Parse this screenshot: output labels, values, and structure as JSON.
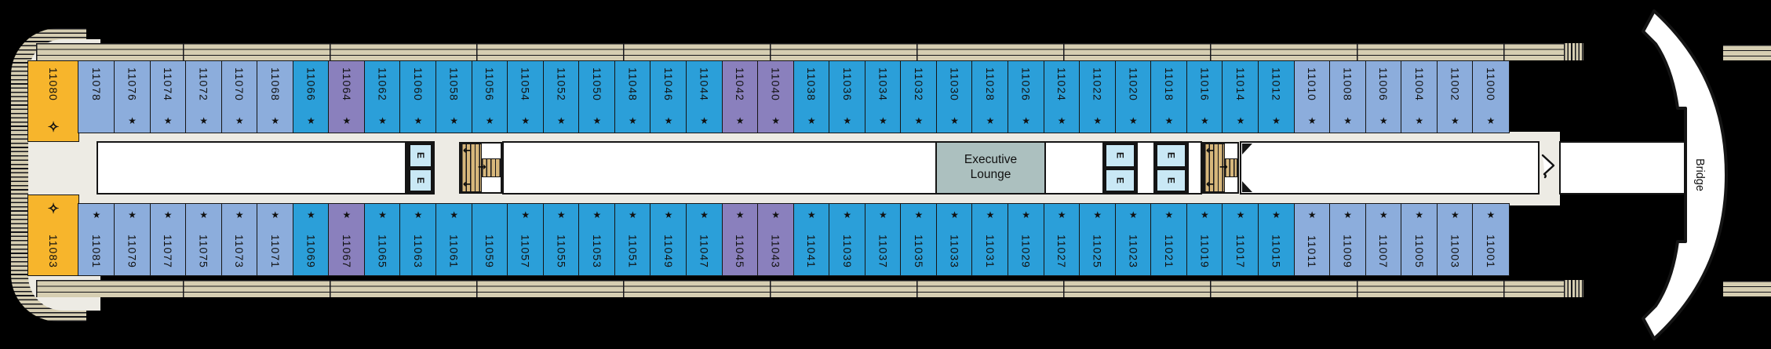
{
  "deck": {
    "lounge_label": "Executive Lounge",
    "bridge_label": "Bridge",
    "elevator_letter": "E",
    "symbols": {
      "star": "★",
      "diamond": "✧"
    },
    "stairs_arrows": {
      "left": "←",
      "right": "→"
    },
    "colors": {
      "cabin_blue": "#2B9FD9",
      "cabin_light_blue": "#8CADDC",
      "cabin_purple": "#8A80BD",
      "cabin_gold": "#F7B52C",
      "elevator_fill": "#C9E8F5",
      "lounge_fill": "#ACC0BF",
      "deck_tan": "#D6CEB2",
      "stair_tan": "#D7B77B",
      "corridor_gray": "#EDEBE4"
    },
    "cabins_top": [
      {
        "num": "11080",
        "type": "g",
        "sym": "✧"
      },
      {
        "num": "11078",
        "type": "lb",
        "sym": ""
      },
      {
        "num": "11076",
        "type": "lb",
        "sym": "★"
      },
      {
        "num": "11074",
        "type": "lb",
        "sym": "★"
      },
      {
        "num": "11072",
        "type": "lb",
        "sym": "★"
      },
      {
        "num": "11070",
        "type": "lb",
        "sym": "★"
      },
      {
        "num": "11068",
        "type": "lb",
        "sym": "★"
      },
      {
        "num": "11066",
        "type": "b",
        "sym": "★"
      },
      {
        "num": "11064",
        "type": "p",
        "sym": "★"
      },
      {
        "num": "11062",
        "type": "b",
        "sym": "★"
      },
      {
        "num": "11060",
        "type": "b",
        "sym": "★"
      },
      {
        "num": "11058",
        "type": "b",
        "sym": "★"
      },
      {
        "num": "11056",
        "type": "b",
        "sym": "★"
      },
      {
        "num": "11054",
        "type": "b",
        "sym": "★"
      },
      {
        "num": "11052",
        "type": "b",
        "sym": "★"
      },
      {
        "num": "11050",
        "type": "b",
        "sym": "★"
      },
      {
        "num": "11048",
        "type": "b",
        "sym": "★"
      },
      {
        "num": "11046",
        "type": "b",
        "sym": "★"
      },
      {
        "num": "11044",
        "type": "b",
        "sym": "★"
      },
      {
        "num": "11042",
        "type": "p",
        "sym": "★"
      },
      {
        "num": "11040",
        "type": "p",
        "sym": "★"
      },
      {
        "num": "11038",
        "type": "b",
        "sym": "★"
      },
      {
        "num": "11036",
        "type": "b",
        "sym": "★"
      },
      {
        "num": "11034",
        "type": "b",
        "sym": "★"
      },
      {
        "num": "11032",
        "type": "b",
        "sym": "★"
      },
      {
        "num": "11030",
        "type": "b",
        "sym": "★"
      },
      {
        "num": "11028",
        "type": "b",
        "sym": "★"
      },
      {
        "num": "11026",
        "type": "b",
        "sym": "★"
      },
      {
        "num": "11024",
        "type": "b",
        "sym": "★"
      },
      {
        "num": "11022",
        "type": "b",
        "sym": "★"
      },
      {
        "num": "11020",
        "type": "b",
        "sym": "★"
      },
      {
        "num": "11018",
        "type": "b",
        "sym": "★"
      },
      {
        "num": "11016",
        "type": "b",
        "sym": "★"
      },
      {
        "num": "11014",
        "type": "b",
        "sym": "★"
      },
      {
        "num": "11012",
        "type": "b",
        "sym": "★"
      },
      {
        "num": "11010",
        "type": "lb",
        "sym": "★"
      },
      {
        "num": "11008",
        "type": "lb",
        "sym": "★"
      },
      {
        "num": "11006",
        "type": "lb",
        "sym": "★"
      },
      {
        "num": "11004",
        "type": "lb",
        "sym": "★"
      },
      {
        "num": "11002",
        "type": "lb",
        "sym": "★"
      },
      {
        "num": "11000",
        "type": "lb",
        "sym": "★"
      }
    ],
    "cabins_bottom": [
      {
        "num": "11083",
        "type": "g",
        "sym": "✧"
      },
      {
        "num": "11081",
        "type": "lb",
        "sym": "★"
      },
      {
        "num": "11079",
        "type": "lb",
        "sym": "★"
      },
      {
        "num": "11077",
        "type": "lb",
        "sym": "★"
      },
      {
        "num": "11075",
        "type": "lb",
        "sym": "★"
      },
      {
        "num": "11073",
        "type": "lb",
        "sym": "★"
      },
      {
        "num": "11071",
        "type": "lb",
        "sym": "★"
      },
      {
        "num": "11069",
        "type": "b",
        "sym": "★"
      },
      {
        "num": "11067",
        "type": "p",
        "sym": "★"
      },
      {
        "num": "11065",
        "type": "b",
        "sym": "★"
      },
      {
        "num": "11063",
        "type": "b",
        "sym": "★"
      },
      {
        "num": "11061",
        "type": "b",
        "sym": "★"
      },
      {
        "num": "11059",
        "type": "b",
        "sym": ""
      },
      {
        "num": "11057",
        "type": "b",
        "sym": "★"
      },
      {
        "num": "11055",
        "type": "b",
        "sym": "★"
      },
      {
        "num": "11053",
        "type": "b",
        "sym": "★"
      },
      {
        "num": "11051",
        "type": "b",
        "sym": "★"
      },
      {
        "num": "11049",
        "type": "b",
        "sym": "★"
      },
      {
        "num": "11047",
        "type": "b",
        "sym": "★"
      },
      {
        "num": "11045",
        "type": "p",
        "sym": "★"
      },
      {
        "num": "11043",
        "type": "p",
        "sym": "★"
      },
      {
        "num": "11041",
        "type": "b",
        "sym": "★"
      },
      {
        "num": "11039",
        "type": "b",
        "sym": "★"
      },
      {
        "num": "11037",
        "type": "b",
        "sym": "★"
      },
      {
        "num": "11035",
        "type": "b",
        "sym": "★"
      },
      {
        "num": "11033",
        "type": "b",
        "sym": "★"
      },
      {
        "num": "11031",
        "type": "b",
        "sym": "★"
      },
      {
        "num": "11029",
        "type": "b",
        "sym": "★"
      },
      {
        "num": "11027",
        "type": "b",
        "sym": "★"
      },
      {
        "num": "11025",
        "type": "b",
        "sym": "★"
      },
      {
        "num": "11023",
        "type": "b",
        "sym": "★"
      },
      {
        "num": "11021",
        "type": "b",
        "sym": "★"
      },
      {
        "num": "11019",
        "type": "b",
        "sym": "★"
      },
      {
        "num": "11017",
        "type": "b",
        "sym": "★"
      },
      {
        "num": "11015",
        "type": "b",
        "sym": "★"
      },
      {
        "num": "11011",
        "type": "lb",
        "sym": "★"
      },
      {
        "num": "11009",
        "type": "lb",
        "sym": "★"
      },
      {
        "num": "11007",
        "type": "lb",
        "sym": "★"
      },
      {
        "num": "11005",
        "type": "lb",
        "sym": "★"
      },
      {
        "num": "11003",
        "type": "lb",
        "sym": "★"
      },
      {
        "num": "11001",
        "type": "lb",
        "sym": "★"
      }
    ]
  }
}
